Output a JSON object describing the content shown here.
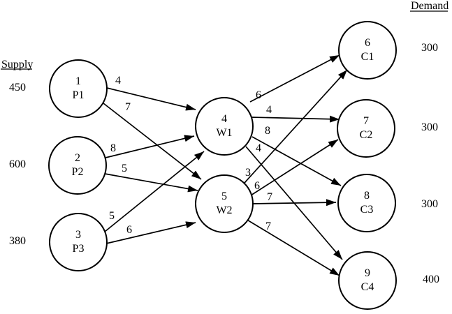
{
  "headers": {
    "supply": "Supply",
    "demand": "Demand"
  },
  "diagram": {
    "nodes": [
      {
        "id": "P1",
        "number": "1",
        "name": "P1",
        "role": "supply",
        "amount": "450"
      },
      {
        "id": "P2",
        "number": "2",
        "name": "P2",
        "role": "supply",
        "amount": "600"
      },
      {
        "id": "P3",
        "number": "3",
        "name": "P3",
        "role": "supply",
        "amount": "380"
      },
      {
        "id": "W1",
        "number": "4",
        "name": "W1",
        "role": "transshipment"
      },
      {
        "id": "W2",
        "number": "5",
        "name": "W2",
        "role": "transshipment"
      },
      {
        "id": "C1",
        "number": "6",
        "name": "C1",
        "role": "demand",
        "amount": "300"
      },
      {
        "id": "C2",
        "number": "7",
        "name": "C2",
        "role": "demand",
        "amount": "300"
      },
      {
        "id": "C3",
        "number": "8",
        "name": "C3",
        "role": "demand",
        "amount": "300"
      },
      {
        "id": "C4",
        "number": "9",
        "name": "C4",
        "role": "demand",
        "amount": "400"
      }
    ],
    "edges": [
      {
        "from": "P1",
        "to": "W1",
        "cost": "4"
      },
      {
        "from": "P1",
        "to": "W2",
        "cost": "7"
      },
      {
        "from": "P2",
        "to": "W1",
        "cost": "8"
      },
      {
        "from": "P2",
        "to": "W2",
        "cost": "5"
      },
      {
        "from": "P3",
        "to": "W1",
        "cost": "5"
      },
      {
        "from": "P3",
        "to": "W2",
        "cost": "6"
      },
      {
        "from": "W1",
        "to": "C1",
        "cost": "6"
      },
      {
        "from": "W1",
        "to": "C2",
        "cost": "4"
      },
      {
        "from": "W1",
        "to": "C3",
        "cost": "8"
      },
      {
        "from": "W1",
        "to": "C4",
        "cost": "4"
      },
      {
        "from": "W2",
        "to": "C1",
        "cost": "3"
      },
      {
        "from": "W2",
        "to": "C2",
        "cost": "6"
      },
      {
        "from": "W2",
        "to": "C3",
        "cost": "7"
      },
      {
        "from": "W2",
        "to": "C4",
        "cost": "7"
      }
    ]
  },
  "colors": {
    "ink": "#000000",
    "background": "#ffffff"
  }
}
